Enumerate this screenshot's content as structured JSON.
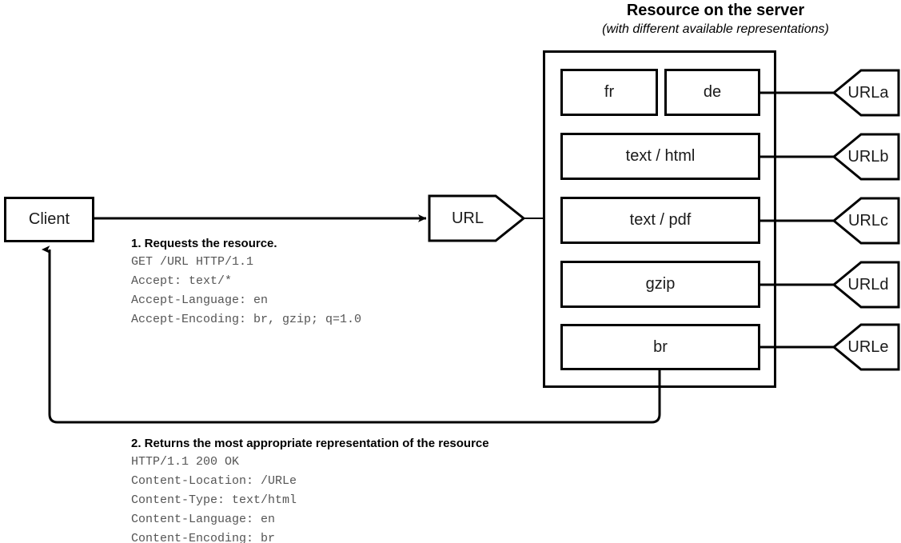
{
  "server": {
    "title": "Resource on the server",
    "subtitle": "(with different available representations)"
  },
  "client": {
    "label": "Client"
  },
  "url_node": {
    "label": "URL"
  },
  "representations": [
    {
      "label": "fr"
    },
    {
      "label": "de"
    },
    {
      "label": "text / html"
    },
    {
      "label": "text / pdf"
    },
    {
      "label": "gzip"
    },
    {
      "label": "br"
    }
  ],
  "url_variants": [
    {
      "label": "URLa"
    },
    {
      "label": "URLb"
    },
    {
      "label": "URLc"
    },
    {
      "label": "URLd"
    },
    {
      "label": "URLe"
    }
  ],
  "request": {
    "title": "1. Requests the resource.",
    "body": "GET /URL HTTP/1.1\nAccept: text/*\nAccept-Language: en\nAccept-Encoding: br, gzip; q=1.0"
  },
  "response": {
    "title": "2. Returns the most appropriate representation of the resource",
    "body": "HTTP/1.1 200 OK\nContent-Location: /URLe\nContent-Type: text/html\nContent-Language: en\nContent-Encoding: br"
  },
  "colors": {
    "stroke": "#000000",
    "text": "#1a1a1a",
    "mono_text": "#555555",
    "background": "#ffffff"
  }
}
